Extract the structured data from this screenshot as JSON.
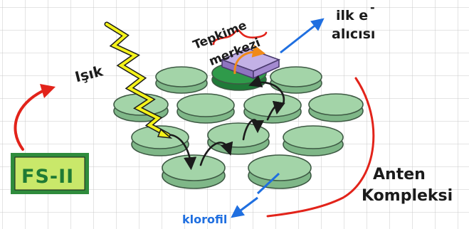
{
  "labels": {
    "light": "Işık",
    "reaction_center_line1": "Tepkime",
    "reaction_center_line2": "merkezi",
    "electron_acceptor_line1": "ilk e",
    "electron_acceptor_sup": "-",
    "electron_acceptor_line2": "alıcısı",
    "photosystem": "FS-II",
    "antenna_line1": "Anten",
    "antenna_line2": "Kompleksi",
    "chlorophyll": "klorofil"
  },
  "colors": {
    "grid": "#c9c9c9",
    "chlorophyll_fill": "#a3d4a8",
    "chlorophyll_stroke": "#3e5a44",
    "reaction_center_fill": "#2f9a4a",
    "acceptor_fill": "#a48ad0",
    "light_fill": "#f4f21a",
    "red": "#e2231a",
    "blue": "#1f6fe0",
    "photosystem_fill": "#c9e86a",
    "photosystem_border": "#2f8c3c",
    "electron_path": "#1b1b1b"
  }
}
